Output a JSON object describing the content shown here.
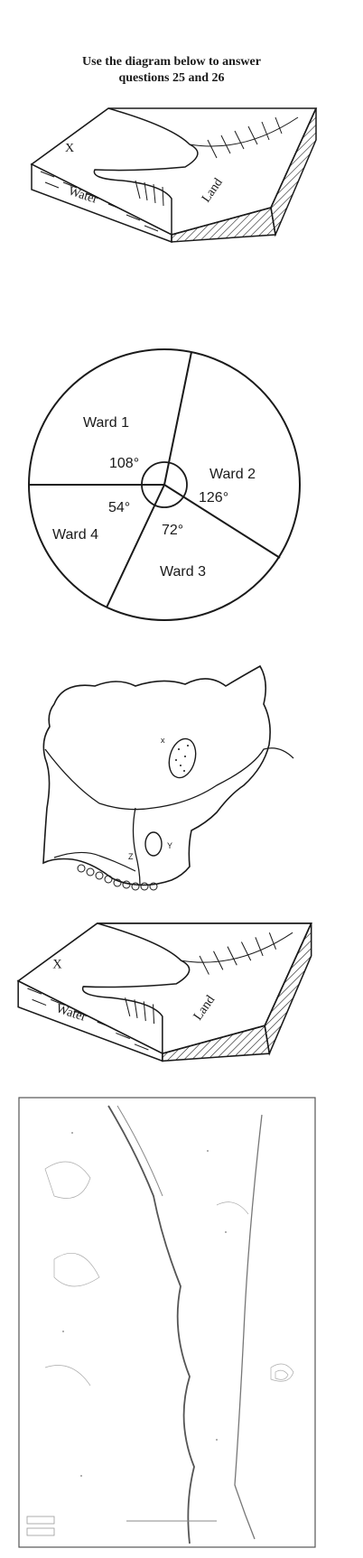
{
  "header": {
    "line1": "Use the diagram below to answer",
    "line2": "questions 25 and 26"
  },
  "block_diagram": {
    "marker": "X",
    "water_label": "Water",
    "land_label": "Land"
  },
  "pie_chart": {
    "wards": [
      "Ward 1",
      "Ward 2",
      "Ward 3",
      "Ward 4"
    ],
    "angles": [
      "108°",
      "126°",
      "72°",
      "54°"
    ]
  },
  "nigeria_map": {
    "label_x": "x",
    "label_y": "Y",
    "label_z": "Z"
  },
  "colors": {
    "ink": "#1a1a1a",
    "paper": "#ffffff"
  }
}
